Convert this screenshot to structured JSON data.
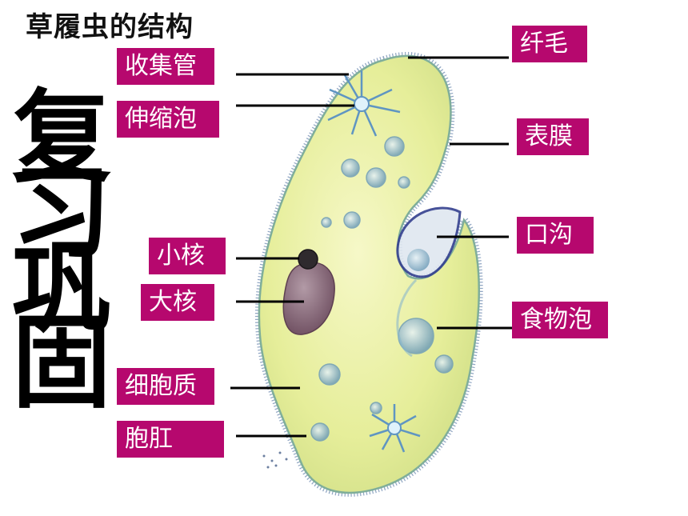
{
  "title": "草履虫的结构",
  "review_chars": [
    "复",
    "习",
    "巩",
    "固"
  ],
  "labels": {
    "contractile_canal": "收集管",
    "contractile_vacuole": "伸缩泡",
    "micronucleus": "小核",
    "macronucleus": "大核",
    "cytoplasm": "细胞质",
    "anal_pore": "胞肛",
    "cilia": "纤毛",
    "pellicle": "表膜",
    "oral_groove": "口沟",
    "food_vacuole": "食物泡"
  },
  "colors": {
    "label_bg": "#b6086e",
    "label_text": "#ffffff",
    "cell_fill": "#eef3a6",
    "cell_outline": "#7fae9a",
    "cilia": "#5f7fa8"
  }
}
